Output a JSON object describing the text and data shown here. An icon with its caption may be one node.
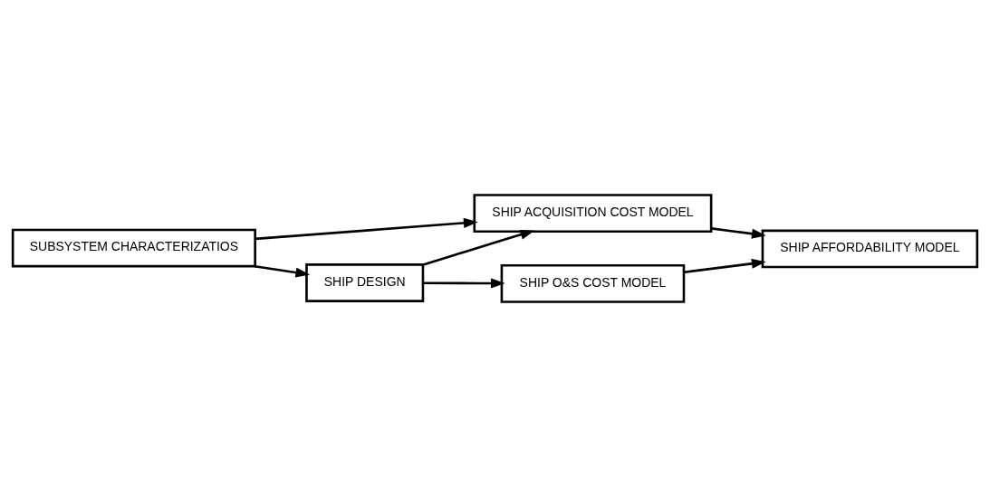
{
  "diagram": {
    "nodes": [
      {
        "text": [
          "SHIP DESIGN"
        ]
      },
      {
        "text": [
          "SHIP ACQUISITION COST MODEL"
        ]
      },
      {
        "text": [
          "SHIP O&S COST MODEL"
        ]
      },
      {
        "text": [
          "SUBSYSTEM CHARACTERIZATIOS"
        ]
      },
      {
        "text": [
          "SHIP AFFORDABILITY MODEL"
        ]
      }
    ],
    "edges": [
      {
        "from": 0,
        "to": 2,
        "arrow": "to"
      },
      {
        "from": 0,
        "to": 1,
        "arrow": "to"
      },
      {
        "from": 3,
        "to": 0,
        "arrow": "to"
      },
      {
        "from": 3,
        "to": 1,
        "arrow": "to"
      },
      {
        "from": 1,
        "to": 4,
        "arrow": "to"
      },
      {
        "from": 2,
        "to": 4,
        "arrow": "to"
      }
    ]
  }
}
